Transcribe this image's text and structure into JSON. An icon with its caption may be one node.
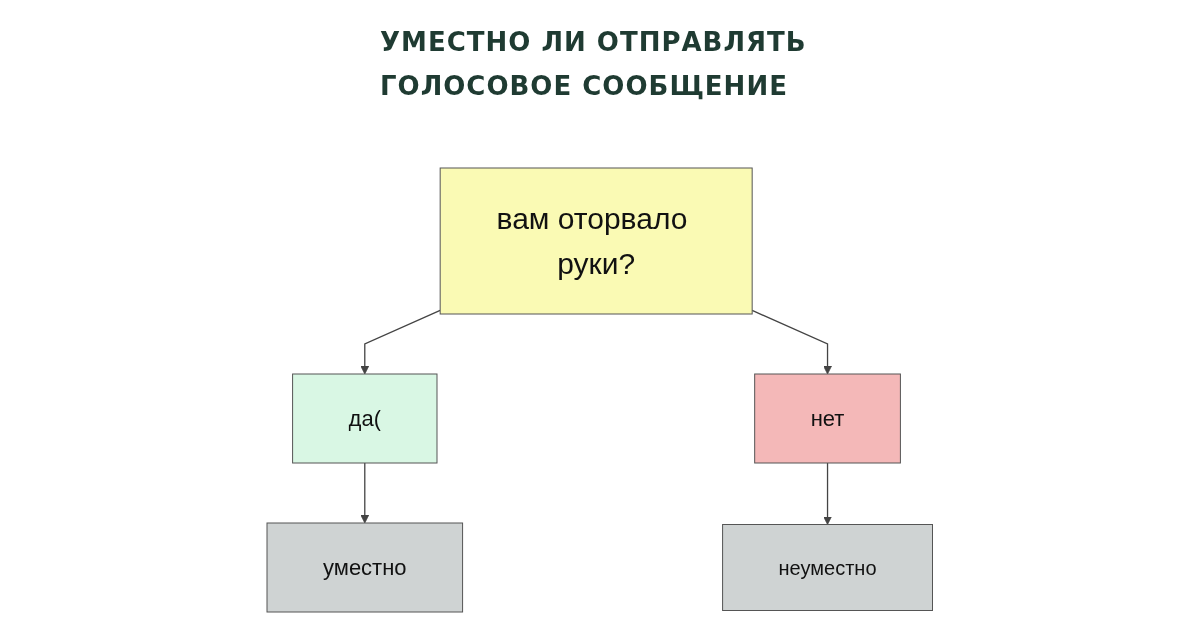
{
  "diagram": {
    "title": "УМЕСТНО ЛИ ОТПРАВЛЯТЬ ГОЛОСОВОЕ СООБЩЕНИЕ",
    "nodes": [
      {
        "text": [
          "вам оторвало руки?"
        ]
      },
      {
        "text": [
          "да("
        ]
      },
      {
        "text": [
          "нет"
        ]
      },
      {
        "text": [
          "уместно"
        ]
      },
      {
        "text": [
          "неуместно"
        ]
      }
    ],
    "edges": [
      {
        "from": 0,
        "to": 1,
        "arrow": "to"
      },
      {
        "from": 0,
        "to": 2,
        "arrow": "to"
      },
      {
        "from": 1,
        "to": 3,
        "arrow": "to"
      },
      {
        "from": 2,
        "to": 4,
        "arrow": "to"
      }
    ]
  }
}
